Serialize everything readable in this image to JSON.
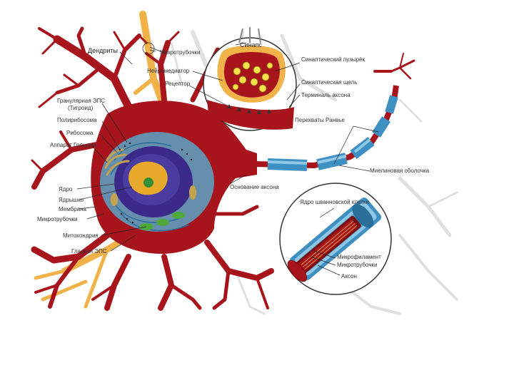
{
  "colors": {
    "cytoplasm": "#a8141c",
    "cytoplasm_dark": "#7a0d12",
    "nucleus": "#3b2a8a",
    "nucleus_inner": "#4b3ca0",
    "nucleolus": "#e9a92a",
    "er": "#5aa4c8",
    "myelin": "#3e8fc2",
    "myelin_light": "#8ec8e6",
    "dendrite_bg": "#e3e3e3",
    "vesicle": "#f4e04a",
    "mitochondria": "#4fa83a",
    "golgi": "#c6a24e",
    "soma_ring": "#f2b24a"
  },
  "labels": {
    "dendrites": "Дендриты",
    "microtubules_top": "Микротрубочки",
    "neurotransmitter": "Нейромедиатор",
    "receptor": "Рецептор",
    "synapse": "Синапс",
    "synaptic_vesicle": "Синаптический пузырёк",
    "synaptic_cleft": "Синаптическая щель",
    "axon_terminal": "Терминаль аксона",
    "ranvier_nodes": "Перехваты Ранвье",
    "rough_er": "Гранулярная ЭПС",
    "nissl": "(Тигроид)",
    "polyribosome": "Полирибосома",
    "ribosome": "Рибосома",
    "golgi": "Аппарат Гольджи",
    "nucleus": "Ядро",
    "nucleolus": "Ядрышко",
    "membrane": "Мембрана",
    "microtubules_left": "Микротрубочки",
    "mitochondria": "Митохондрия",
    "smooth_er": "Гладкая ЭПС",
    "axon_hillock": "Основание аксона",
    "myelin_sheath": "Миелиновая оболочка",
    "schwann_nucleus": "Ядро шванновской клетки",
    "microfilament": "Микрофиламент",
    "microtubules_axon": "Микротрубочки",
    "axon": "Аксон"
  }
}
